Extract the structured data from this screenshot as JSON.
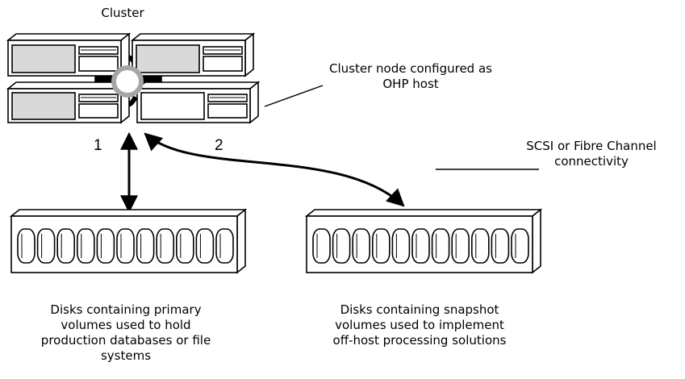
{
  "cluster_label": "Cluster",
  "ohp_label": "Cluster node configured as\nOHP host",
  "connectivity_label": "SCSI or Fibre Channel\nconnectivity",
  "link1_number": "1",
  "link2_number": "2",
  "primary_disks_label": "Disks containing primary\nvolumes used to hold\nproduction databases or file\nsystems",
  "snapshot_disks_label": "Disks containing snapshot\nvolumes used to implement\noff-host processing solutions",
  "colors": {
    "line": "#000000",
    "fill": "#ffffff",
    "panel": "#d9d9d9"
  },
  "icons": [
    "cluster-servers-icon",
    "disk-array-icon"
  ]
}
